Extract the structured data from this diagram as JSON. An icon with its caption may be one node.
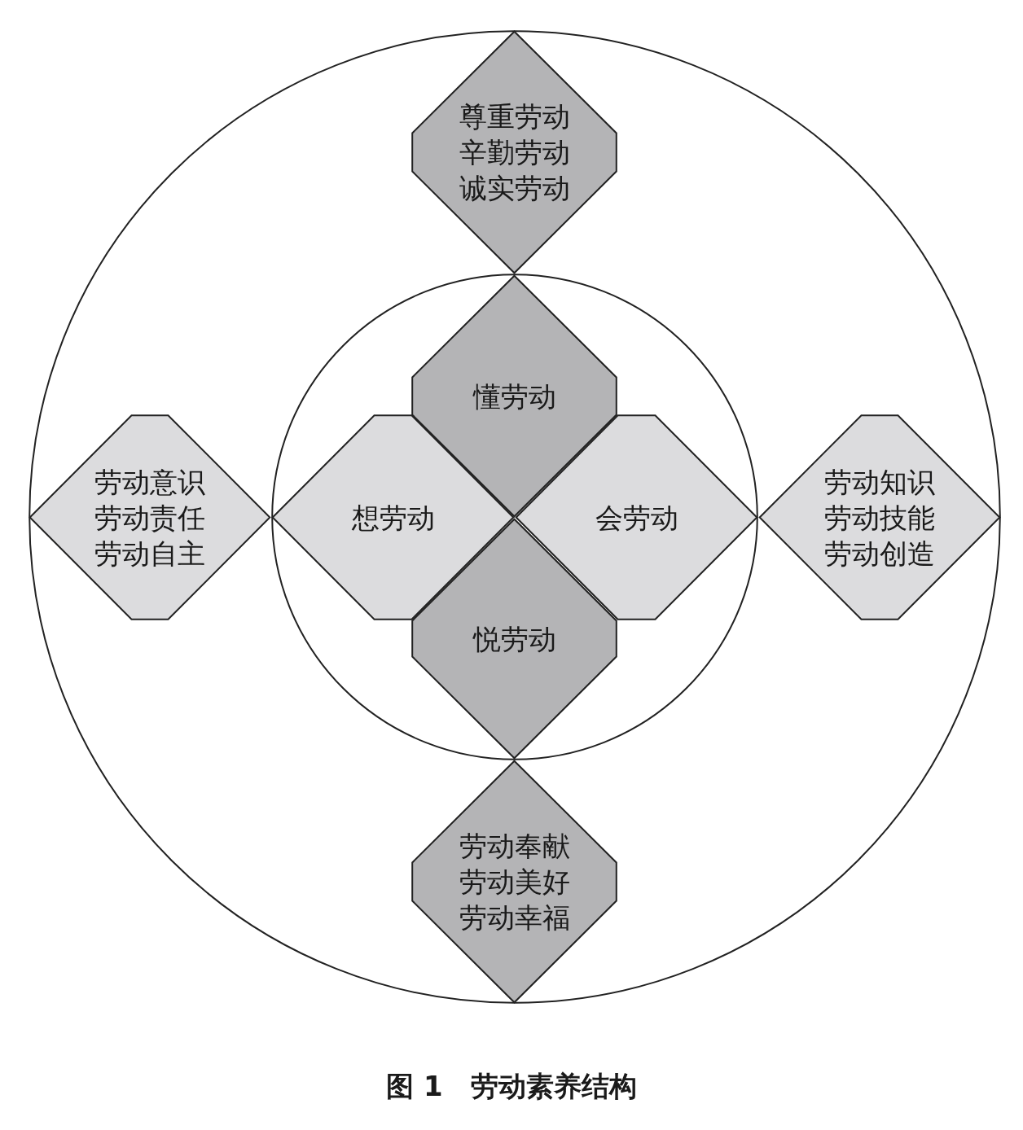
{
  "diagram": {
    "caption": "图 1　劳动素养结构",
    "nodes": [
      {
        "text": [],
        "shape": "circle"
      },
      {
        "text": [
          "尊重劳动",
          "辛勤劳动",
          "诚实劳动"
        ],
        "in": 0
      },
      {
        "text": [],
        "shape": "circle",
        "in": 0
      },
      {
        "text": [
          "懂劳动"
        ],
        "in": 2
      },
      {
        "text": [
          "劳动意识",
          "劳动责任",
          "劳动自主"
        ],
        "in": 0
      },
      {
        "text": [
          "想劳动"
        ],
        "in": 2
      },
      {
        "text": [
          "会劳动"
        ],
        "in": 2
      },
      {
        "text": [
          "劳动知识",
          "劳动技能",
          "劳动创造"
        ],
        "in": 0
      },
      {
        "text": [
          "悦劳动"
        ],
        "in": 2
      },
      {
        "text": [
          "劳动奉献",
          "劳动美好",
          "劳动幸福"
        ],
        "in": 0
      }
    ]
  }
}
